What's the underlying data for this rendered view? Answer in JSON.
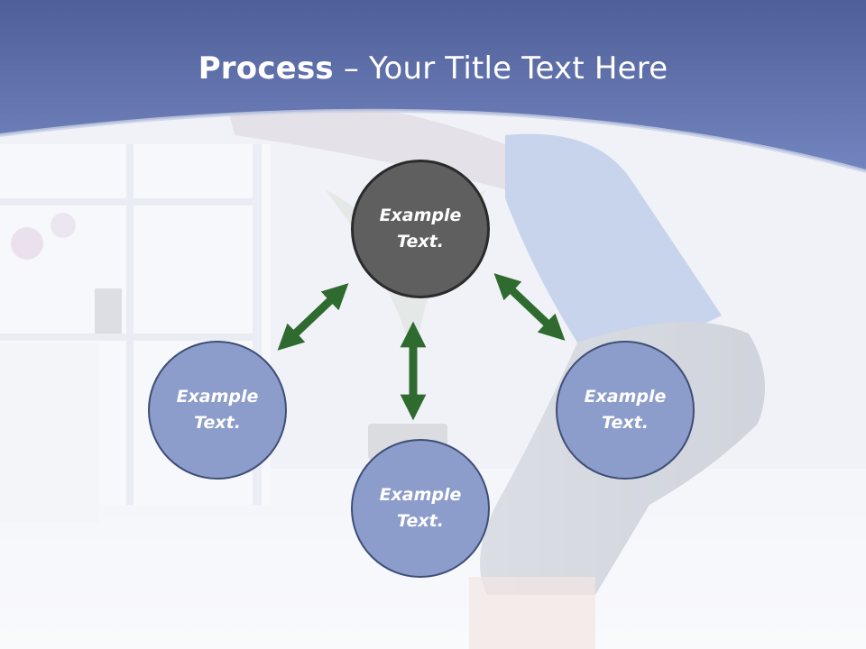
{
  "title": {
    "bold": "Process",
    "rest": " – Your Title Text Here"
  },
  "nodes": [
    {
      "id": "top",
      "label_line1": "Example",
      "label_line2": "Text."
    },
    {
      "id": "left",
      "label_line1": "Example",
      "label_line2": "Text."
    },
    {
      "id": "bottom",
      "label_line1": "Example",
      "label_line2": "Text."
    },
    {
      "id": "right",
      "label_line1": "Example",
      "label_line2": "Text."
    }
  ],
  "colors": {
    "header": "#6676b2",
    "node_fill": "#8c9ccb",
    "center_fill": "#5f5f5f",
    "arrow": "#2f6a2f"
  }
}
